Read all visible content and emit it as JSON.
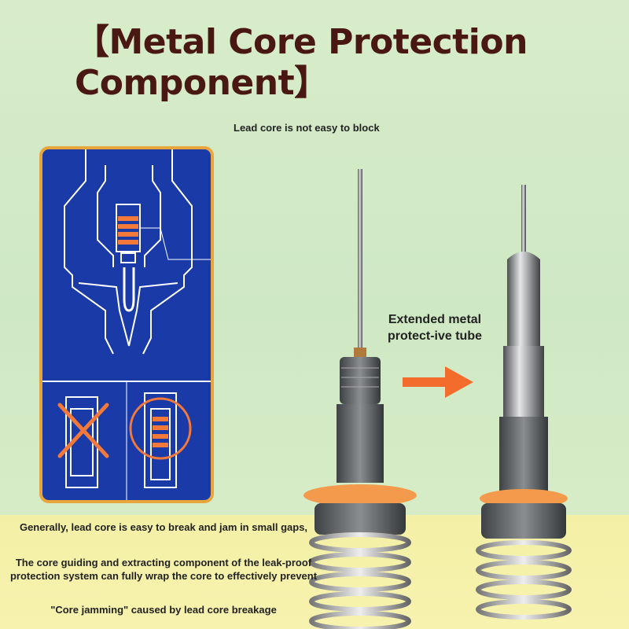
{
  "title": "【Metal Core Protection Component】",
  "subtitle": "Lead core is not easy to block",
  "arrow_label": "Extended metal protect-ive tube",
  "bottom_texts": [
    "Generally, lead core is easy to break and jam in small gaps,",
    "The core guiding and extracting component of the leak-proof protection system can fully wrap the core to effectively prevent",
    "\"Core jamming\" caused by lead core breakage"
  ],
  "colors": {
    "title": "#4a1812",
    "panel_border": "#e7a53c",
    "panel_bg": "#1a3aa8",
    "highlight": "#f2793a",
    "arrow": "#f46c2c",
    "ring": "#f49a4c"
  }
}
